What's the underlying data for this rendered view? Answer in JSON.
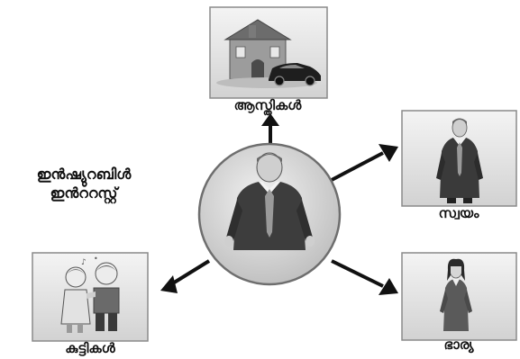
{
  "title": {
    "line1": "ഇൻഷ്യുറബിൾ",
    "line2": "ഇൻററസ്റ്റ്"
  },
  "nodes": {
    "assets": "ആസ്തികൾ",
    "self": "സ്വയം",
    "wife": "ഭാര്യ",
    "children": "കുട്ടികൾ"
  },
  "colors": {
    "arrow": "#111111",
    "frame": "#8a8a8a",
    "circle": "#6e6e6e"
  },
  "icons": {
    "center": "businessman-icon",
    "assets": "house-and-car-icon",
    "self": "businessman-icon",
    "wife": "businesswoman-icon",
    "children": "children-icon"
  }
}
